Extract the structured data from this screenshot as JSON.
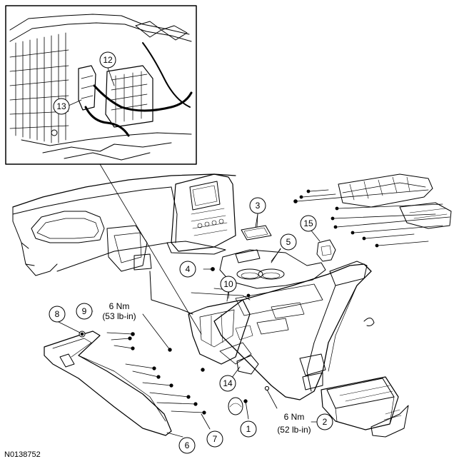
{
  "figure_id": "N0138752",
  "callouts": {
    "c1": "1",
    "c2": "2",
    "c3": "3",
    "c4": "4",
    "c5": "5",
    "c6": "6",
    "c7": "7",
    "c8": "8",
    "c9": "9",
    "c10": "10",
    "c12": "12",
    "c13": "13",
    "c14": "14",
    "c15": "15"
  },
  "torque_specs": {
    "upper": {
      "nm": "6 Nm",
      "lbin": "(53 lb-in)"
    },
    "lower": {
      "nm": "6 Nm",
      "lbin": "(52 lb-in)"
    }
  }
}
